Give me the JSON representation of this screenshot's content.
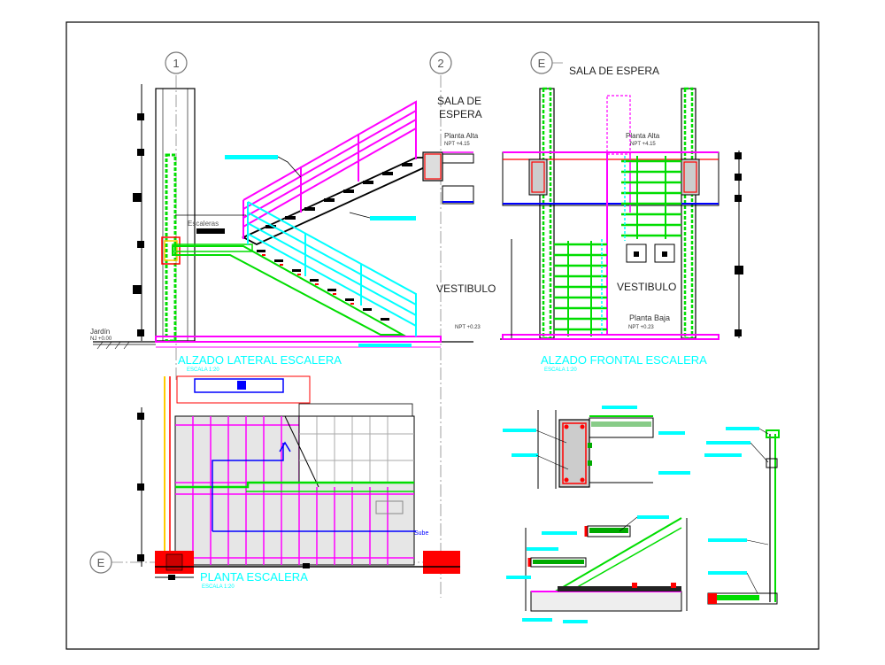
{
  "grid_markers": {
    "one": "1",
    "two": "2",
    "e_top": "E",
    "e_left": "E"
  },
  "side_elevation": {
    "title": "ALZADO LATERAL ESCALERA",
    "scale": "ESCALA 1:20",
    "sala_line1": "SALA DE",
    "sala_line2": "ESPERA",
    "planta_alta": "Planta Alta",
    "npt_alta": "NPT +4.15",
    "vestibulo": "VESTIBULO",
    "npt_baja": "NPT +0.23",
    "jardin": "Jardín",
    "nj": "NJ +0.00",
    "escaleras": "Escaleras"
  },
  "front_elevation": {
    "title": "ALZADO FRONTAL ESCALERA",
    "scale": "ESCALA 1:20",
    "sala": "SALA DE ESPERA",
    "planta_alta": "Planta Alta",
    "npt_alta": "NPT +4.15",
    "vestibulo": "VESTIBULO",
    "planta_baja": "Planta Baja",
    "npt_baja": "NPT +0.23"
  },
  "plan": {
    "title": "PLANTA ESCALERA",
    "scale": "ESCALA 1:20",
    "sube": "Sube"
  },
  "colors": {
    "magenta": "#ff00ff",
    "cyan": "#00ffff",
    "green": "#00dd00",
    "red": "#ff0000",
    "blue": "#0000ff",
    "dark_green": "#008800"
  }
}
